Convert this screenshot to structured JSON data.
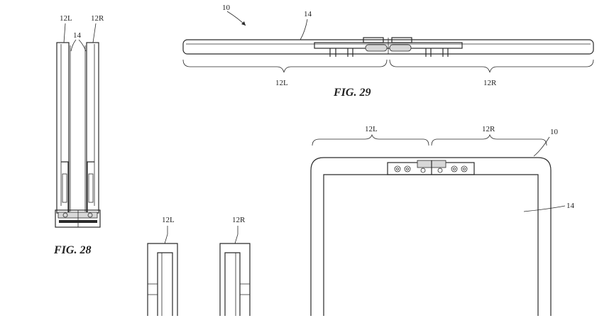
{
  "figures": {
    "fig28": {
      "caption": "FIG. 28",
      "labels": {
        "left_half": "12L",
        "right_half": "12R",
        "display": "14"
      }
    },
    "fig29": {
      "caption": "FIG. 29",
      "labels": {
        "device": "10",
        "display": "14",
        "left_half": "12L",
        "right_half": "12R"
      }
    },
    "fig30": {
      "labels": {
        "device": "10",
        "left_half": "12L",
        "right_half": "12R",
        "display": "14"
      }
    },
    "fig31": {
      "labels": {
        "left_half": "12L",
        "right_half": "12R"
      }
    }
  }
}
